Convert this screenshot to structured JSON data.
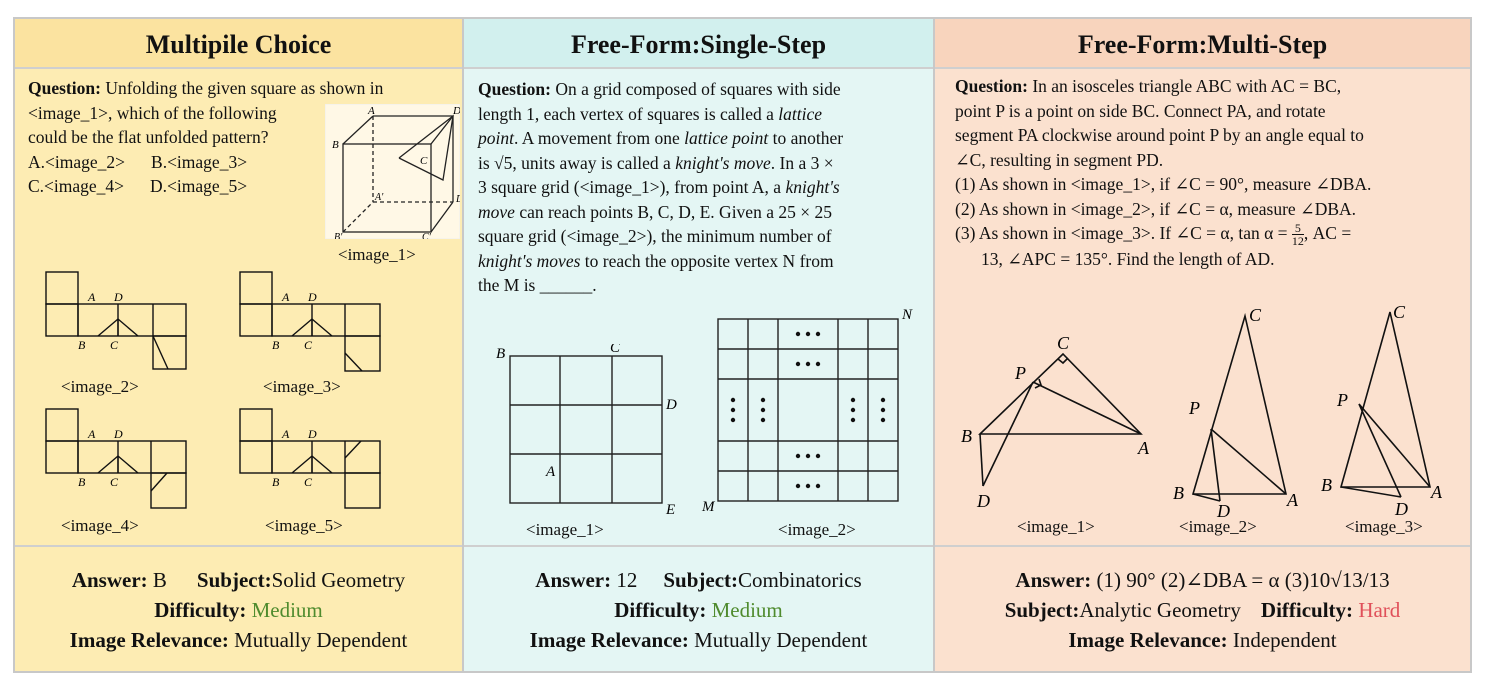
{
  "colors": {
    "panel1": "#fdecb3",
    "panel1_header": "#fbe3a0",
    "panel2": "#e4f6f4",
    "panel2_header": "#d2f0ee",
    "panel3": "#fbe1cf",
    "panel3_header": "#f8d4bd",
    "medium": "#4f8b2e",
    "hard": "#e0505a",
    "border": "#c8c8c8"
  },
  "mc": {
    "header": "Multipile Choice",
    "q_label": "Question:",
    "q_lines": [
      "Unfolding the given square as shown in",
      "<image_1>, which of the following",
      "could be the flat unfolded pattern?"
    ],
    "options": [
      "A.<image_2>",
      "B.<image_3>",
      "C.<image_4>",
      "D.<image_5>"
    ],
    "captions": [
      "<image_1>",
      "<image_2>",
      "<image_3>",
      "<image_4>",
      "<image_5>"
    ],
    "cube_labels": [
      "A",
      "D",
      "B",
      "C",
      "A'",
      "D'",
      "B'",
      "C'"
    ],
    "net_labels": [
      "A",
      "D",
      "B",
      "C"
    ],
    "answer_label": "Answer:",
    "answer": "B",
    "subject_label": "Subject:",
    "subject": "Solid Geometry",
    "difficulty_label": "Difficulty:",
    "difficulty": "Medium",
    "relevance_label": "Image Relevance:",
    "relevance": "Mutually Dependent"
  },
  "ss": {
    "header": "Free-Form:Single-Step",
    "q_label": "Question:",
    "l1": "On a grid composed of squares with side",
    "l2a": "length 1, each vertex of squares is called a ",
    "l2b": "lattice",
    "l3a": "point",
    "l3b": ". A movement from one ",
    "l3c": "lattice point",
    "l3d": " to another",
    "l4a": "is √5, units away is called a ",
    "l4b": "knight's move",
    "l4c": ". In a 3 ×",
    "l5a": "3 square grid (<image_1>), from point A, a ",
    "l5b": "knight's",
    "l6a": "move",
    "l6b": " can reach points B, C, D, E. Given a 25 × 25",
    "l7": "square grid (<image_2>), the minimum number of",
    "l8a": "knight's moves",
    "l8b": " to reach the opposite vertex N from",
    "l9": "the M is ______.",
    "grid_labels": [
      "B",
      "C",
      "D",
      "A",
      "E",
      "M",
      "N"
    ],
    "dots": "• • •",
    "captions": [
      "<image_1>",
      "<image_2>"
    ],
    "answer_label": "Answer:",
    "answer": "12",
    "subject_label": "Subject:",
    "subject": "Combinatorics",
    "difficulty_label": "Difficulty:",
    "difficulty": "Medium",
    "relevance_label": "Image Relevance:",
    "relevance": "Mutually Dependent"
  },
  "ms": {
    "header": "Free-Form:Multi-Step",
    "q_label": "Question:",
    "l1": "In an isosceles triangle ABC with AC = BC,",
    "l2": "point P is a point on side BC. Connect PA, and rotate",
    "l3": "segment PA clockwise around point P by an angle equal to",
    "l4": "∠C, resulting in segment PD.",
    "l5": "(1) As shown in <image_1>, if ∠C = 90°, measure ∠DBA.",
    "l6": "(2) As shown in <image_2>, if ∠C = α, measure ∠DBA.",
    "l7a": "(3) As shown in <image_3>. If ∠C = α, tan α = ",
    "frac_num": "5",
    "frac_den": "12",
    "l7b": ", AC =",
    "l8": "13, ∠APC = 135°. Find the length of AD.",
    "tri_labels": [
      "C",
      "P",
      "B",
      "A",
      "D"
    ],
    "captions": [
      "<image_1>",
      "<image_2>",
      "<image_3>"
    ],
    "answer_label": "Answer:",
    "answer": "(1) 90°  (2)∠DBA = α  (3)10√13/13",
    "subject_label": "Subject:",
    "subject": "Analytic Geometry",
    "difficulty_label": "Difficulty:",
    "difficulty": "Hard",
    "relevance_label": "Image Relevance:",
    "relevance": "Independent"
  }
}
